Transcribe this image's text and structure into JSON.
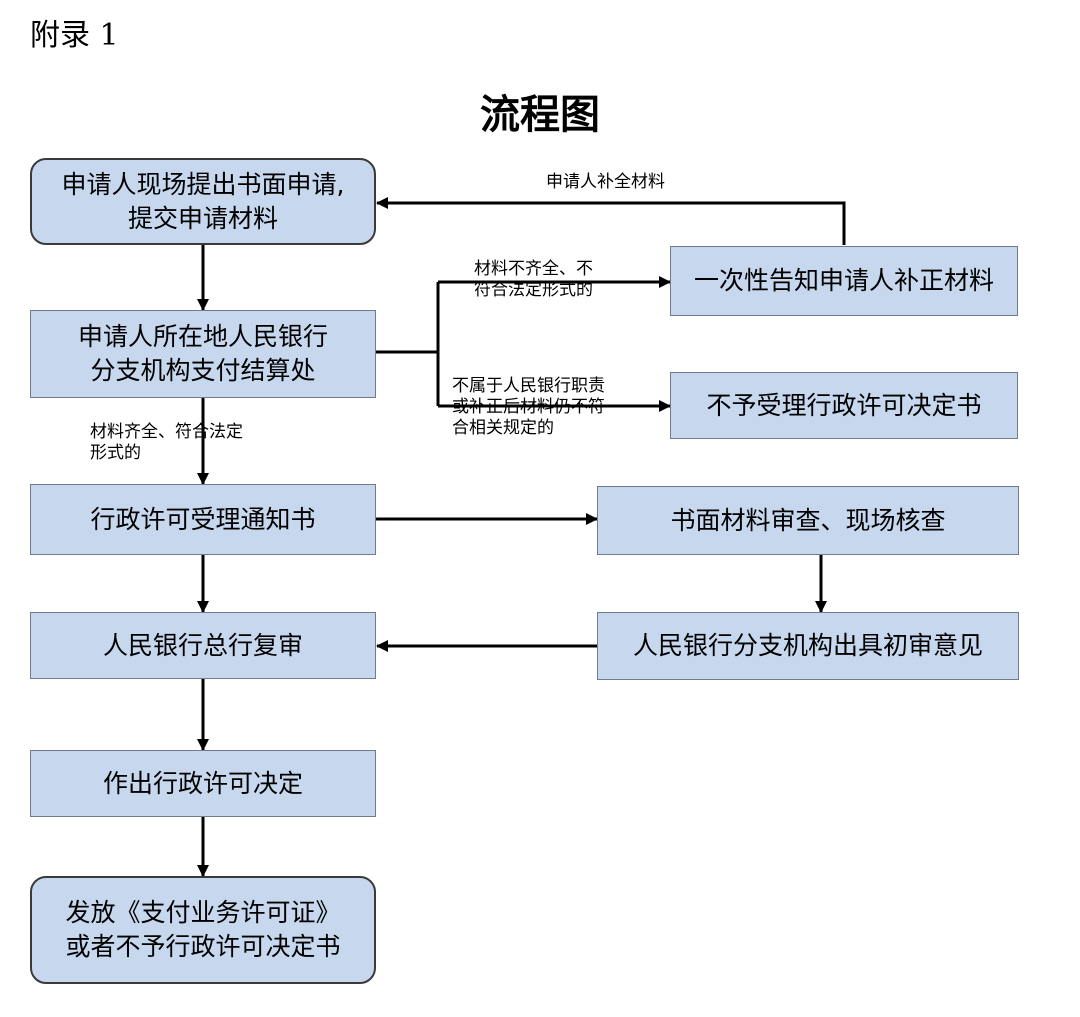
{
  "appendix": "附录 1",
  "title": "流程图",
  "nodes": {
    "apply": [
      "申请人现场提出书面申请,",
      "提交申请材料"
    ],
    "branch": [
      "申请人所在地人民银行",
      "分支机构支付结算处"
    ],
    "notify_supplement": [
      "一次性告知申请人补正材料"
    ],
    "reject_acceptance": [
      "不予受理行政许可决定书"
    ],
    "acceptance_notice": [
      "行政许可受理通知书"
    ],
    "review_check": [
      "书面材料审查、现场核查"
    ],
    "hq_review": [
      "人民银行总行复审"
    ],
    "preliminary_opinion": [
      "人民银行分支机构出具初审意见"
    ],
    "decision": [
      "作出行政许可决定"
    ],
    "issue": [
      "发放《支付业务许可证》",
      "或者不予行政许可决定书"
    ]
  },
  "edge_labels": {
    "supplement_return": [
      "申请人补全材料"
    ],
    "incomplete": [
      "材料不齐全、不",
      "符合法定形式的"
    ],
    "not_in_scope": [
      "不属于人民银行职责",
      "或补正后材料仍不符",
      "合相关规定的"
    ],
    "complete": [
      "材料齐全、符合法定",
      "形式的"
    ]
  }
}
